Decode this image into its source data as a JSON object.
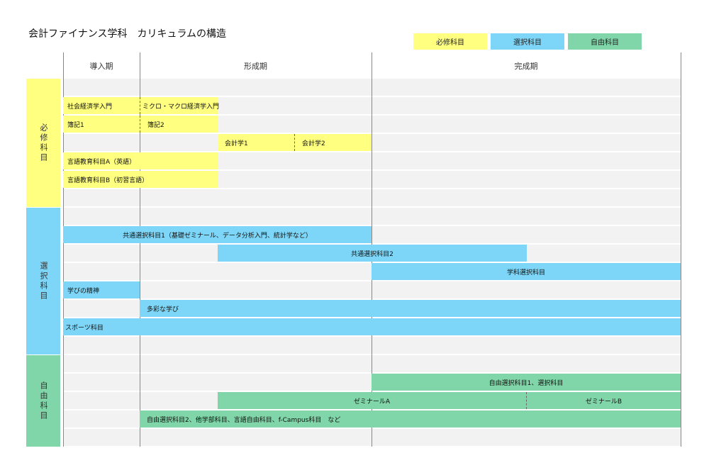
{
  "title": "会計ファイナンス学科　カリキュラムの構造",
  "legend": [
    {
      "label": "必修科目",
      "color": "#ffff80"
    },
    {
      "label": "選択科目",
      "color": "#7dd6f7"
    },
    {
      "label": "自由科目",
      "color": "#80d6a8"
    }
  ],
  "periods": [
    "導入期",
    "形成期",
    "完成期"
  ],
  "categories": [
    "必修科目",
    "選択科目",
    "自由科目"
  ],
  "courses": {
    "c1": "社会経済学入門",
    "c2": "ミクロ・マクロ経済学入門",
    "c3": "簿記1",
    "c4": "簿記2",
    "c5": "会計学1",
    "c6": "会計学2",
    "c7": "言語教育科目A（英語）",
    "c8": "言語教育科目B（初習言語）",
    "c9": "共通選択科目1（基礎ゼミナール、データ分析入門、統計学など）",
    "c10": "共通選択科目2",
    "c11": "学科選択科目",
    "c12": "学びの精神",
    "c13": "多彩な学び",
    "c14": "スポーツ科目",
    "c15": "自由選択科目1、選択科目",
    "c16": "ゼミナールA",
    "c17": "ゼミナールB",
    "c18": "自由選択科目2、他学部科目、言語自由科目、f-Campus科目　など"
  }
}
